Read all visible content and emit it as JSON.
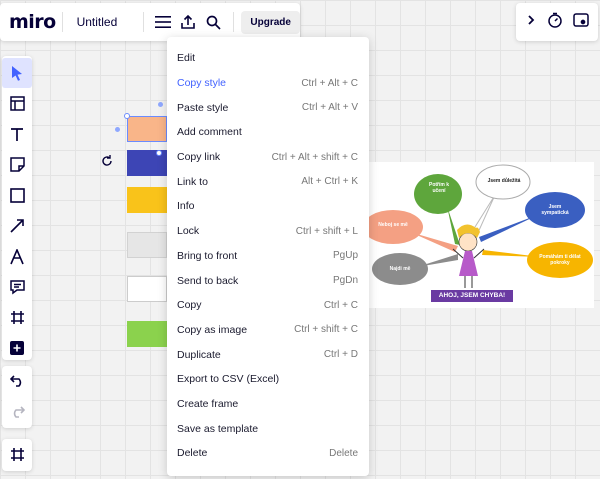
{
  "topbar": {
    "logo": "miro",
    "board_title": "Untitled",
    "upgrade_label": "Upgrade",
    "icons": [
      "menu-icon",
      "export-icon",
      "search-icon"
    ]
  },
  "topright": {
    "icons": [
      "chevron-right-icon",
      "timer-icon",
      "board-view-icon"
    ]
  },
  "left_toolbar": {
    "tools": [
      "select-icon",
      "templates-icon",
      "text-icon",
      "sticky-note-icon",
      "shape-icon",
      "connector-icon",
      "pen-icon",
      "comment-icon",
      "frame-icon",
      "more-tools-icon"
    ],
    "undo": "undo-icon",
    "redo": "redo-icon",
    "frames": "frames-panel-icon"
  },
  "shapes": [
    {
      "color": "#f9b589",
      "label": ""
    },
    {
      "color": "#3d45b5",
      "label": ""
    },
    {
      "color": "#f9c31a",
      "label": ""
    },
    {
      "color": "#e6e6e6",
      "label": ""
    },
    {
      "color": "#ffffff",
      "label": ""
    },
    {
      "color": "#8bd24d",
      "label": ""
    }
  ],
  "image": {
    "bubbles": [
      {
        "text": "Potřím k učení",
        "color": "#5ea63c"
      },
      {
        "text": "Jsem důležitá",
        "color": "#ffffff"
      },
      {
        "text": "Jsem sympatická",
        "color": "#3a5fc1"
      },
      {
        "text": "Neboj se mě",
        "color": "#f4a083"
      },
      {
        "text": "Pomáhám ti dělat pokroky",
        "color": "#f7b500"
      },
      {
        "text": "Najdi mě",
        "color": "#8c8c8c"
      }
    ],
    "banner": "AHOJ, JSEM CHYBA!",
    "banner_color": "#6a3aa2"
  },
  "menu": {
    "items": [
      {
        "label": "Edit",
        "shortcut": ""
      },
      {
        "label": "Copy style",
        "shortcut": "Ctrl + Alt + C",
        "highlight": true
      },
      {
        "label": "Paste style",
        "shortcut": "Ctrl + Alt + V"
      },
      {
        "label": "Add comment",
        "shortcut": ""
      },
      {
        "label": "Copy link",
        "shortcut": "Ctrl + Alt + shift + C"
      },
      {
        "label": "Link to",
        "shortcut": "Alt + Ctrl + K"
      },
      {
        "label": "Info",
        "shortcut": ""
      },
      {
        "label": "Lock",
        "shortcut": "Ctrl + shift + L"
      },
      {
        "label": "Bring to front",
        "shortcut": "PgUp"
      },
      {
        "label": "Send to back",
        "shortcut": "PgDn"
      },
      {
        "label": "Copy",
        "shortcut": "Ctrl + C"
      },
      {
        "label": "Copy as image",
        "shortcut": "Ctrl + shift + C"
      },
      {
        "label": "Duplicate",
        "shortcut": "Ctrl + D"
      },
      {
        "label": "Export to CSV (Excel)",
        "shortcut": ""
      },
      {
        "label": "Create frame",
        "shortcut": ""
      },
      {
        "label": "Save as template",
        "shortcut": ""
      },
      {
        "label": "Delete",
        "shortcut": "Delete"
      }
    ]
  },
  "colors": {
    "accent": "#4262ff",
    "selection": "#6b8cff"
  }
}
